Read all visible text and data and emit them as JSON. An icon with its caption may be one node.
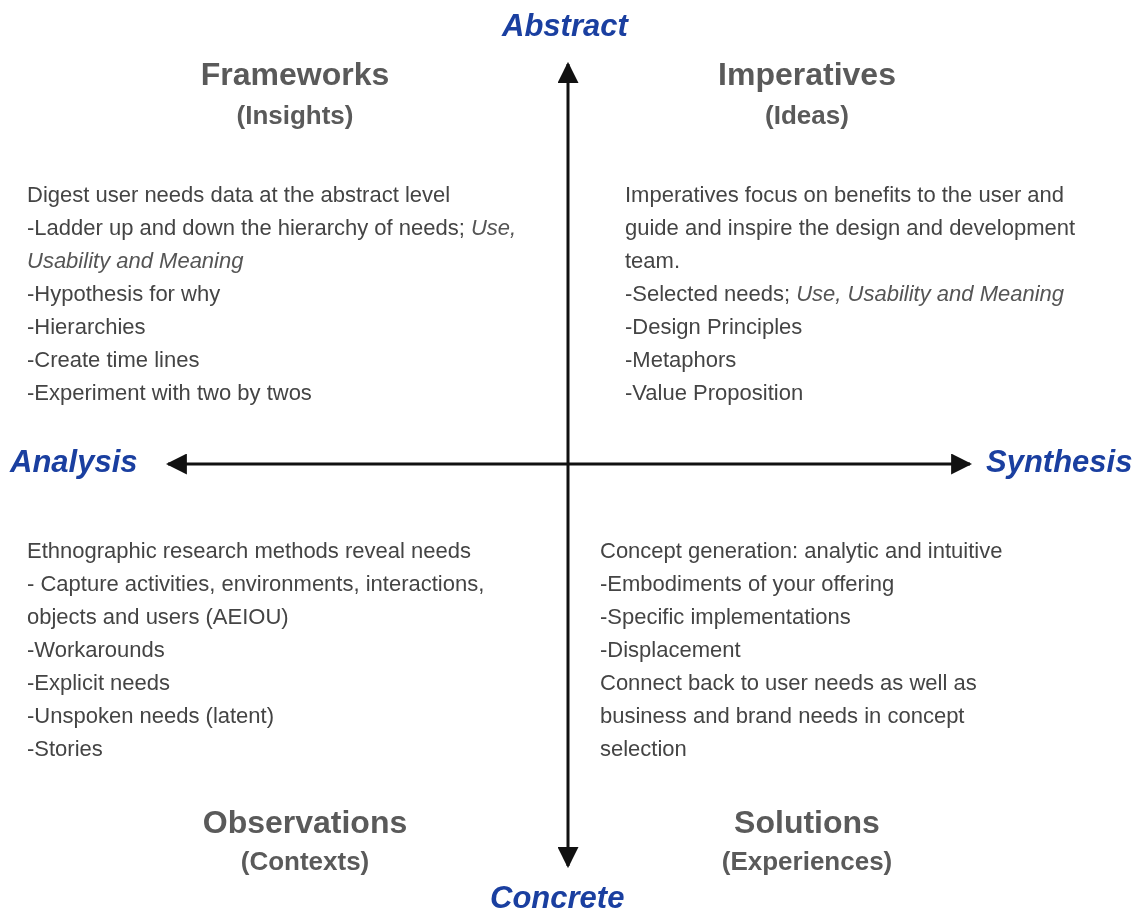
{
  "diagram": {
    "labels": [
      "Abstract",
      "Frameworks",
      "(Insights)",
      "Imperatives",
      "(Ideas)",
      "Digest user needs data at the abstract level",
      "-Ladder up and down the hierarchy of needs; *Use, Usability and Meaning*",
      "-Hypothesis for why",
      "-Hierarchies",
      "-Create time lines",
      "-Experiment with two by twos",
      "Imperatives focus on benefits to the user and guide and inspire the design and development team.",
      "-Selected needs; *Use, Usability and Meaning*",
      "-Design Principles",
      "-Metaphors",
      "-Value Proposition",
      "Analysis",
      "Synthesis",
      "Ethnographic research methods reveal needs",
      "- Capture activities, environments, interactions, objects and users (AEIOU)",
      "-Workarounds",
      "-Explicit needs",
      "-Unspoken needs (latent)",
      "-Stories",
      "Concept generation: analytic and intuitive",
      "-Embodiments of your offering",
      "-Specific implementations",
      "-Displacement",
      "Connect back to user needs as well as business and brand needs in concept selection",
      "Observations",
      "(Contexts)",
      "Solutions",
      "(Experiences)",
      "Concrete"
    ]
  }
}
